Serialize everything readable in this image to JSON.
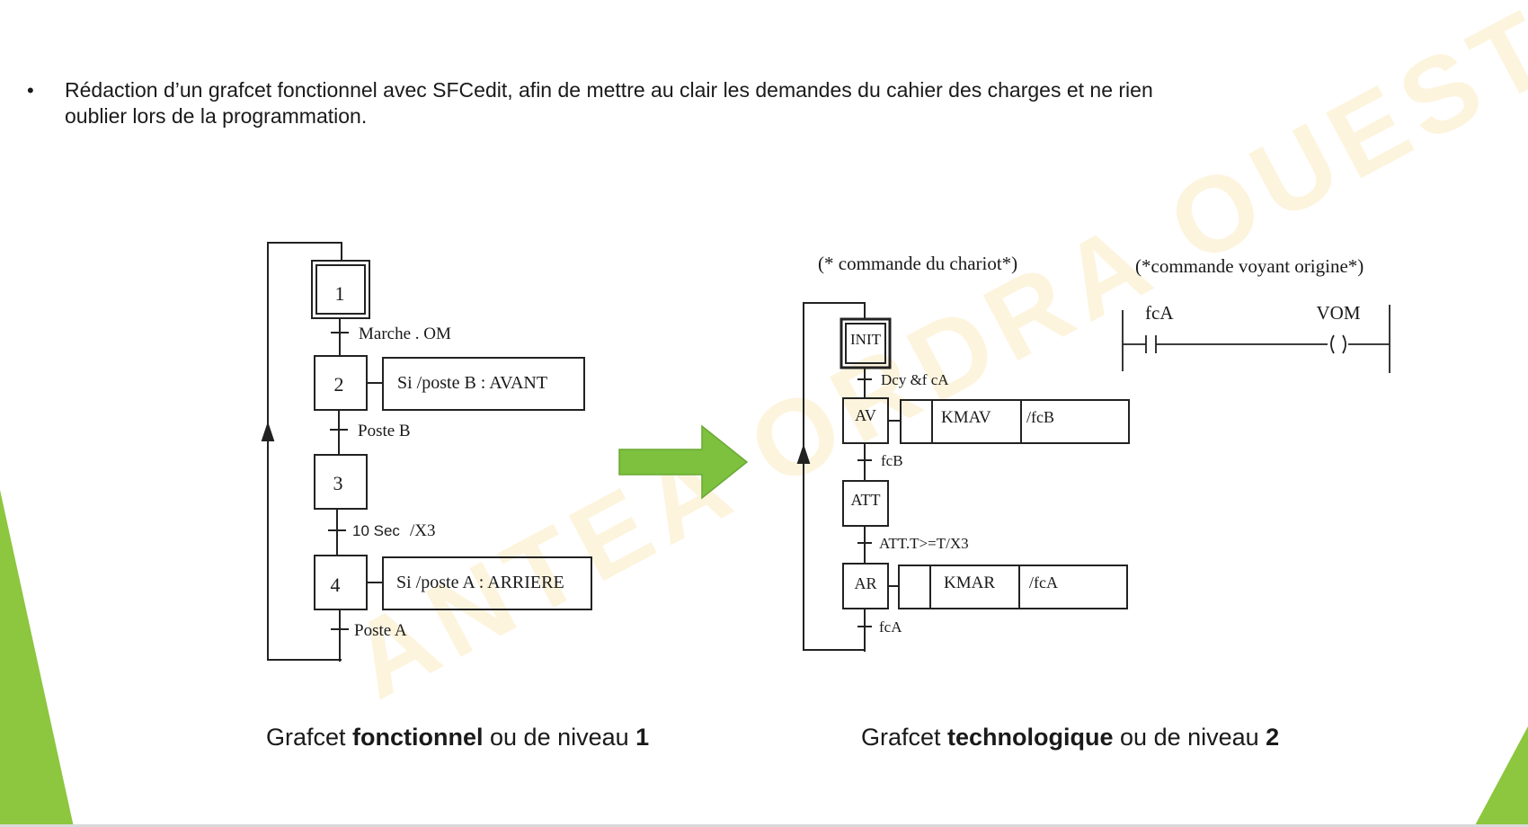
{
  "slide": {
    "bullet_symbol": "•",
    "bullet_text": "Rédaction d’un grafcet fonctionnel avec SFCedit, afin de mettre au clair les demandes du cahier des charges et ne rien oublier lors de la programmation.",
    "watermark": "ANTEA ORDRA OUEST",
    "accent_color": "#8DC63F",
    "arrow_color": "#7DC13F"
  },
  "grafcet1": {
    "steps": [
      "1",
      "2",
      "3",
      "4"
    ],
    "transitions": [
      "Marche . OM",
      "Poste B",
      "10 Sec",
      "/X3",
      "Poste A"
    ],
    "actions": [
      "Si /poste B : AVANT",
      "Si /poste A : ARRIERE"
    ],
    "caption_prefix": "Grafcet ",
    "caption_bold": "fonctionnel",
    "caption_middle": " ou de niveau ",
    "caption_level": "1"
  },
  "grafcet2": {
    "title_left": "(* commande du chariot*)",
    "title_right": "(*commande voyant origine*)",
    "steps": [
      "INIT",
      "AV",
      "ATT",
      "AR"
    ],
    "transitions": [
      "Dcy &f cA",
      "fcB",
      "ATT.T>=T/X3",
      "fcA"
    ],
    "action_av": [
      "KMAV",
      "/fcB"
    ],
    "action_ar": [
      "KMAR",
      "/fcA"
    ],
    "ladder_contact": "fcA",
    "ladder_coil": "VOM",
    "caption_prefix": "Grafcet ",
    "caption_bold": "technologique",
    "caption_middle": " ou de niveau ",
    "caption_level": "2"
  }
}
